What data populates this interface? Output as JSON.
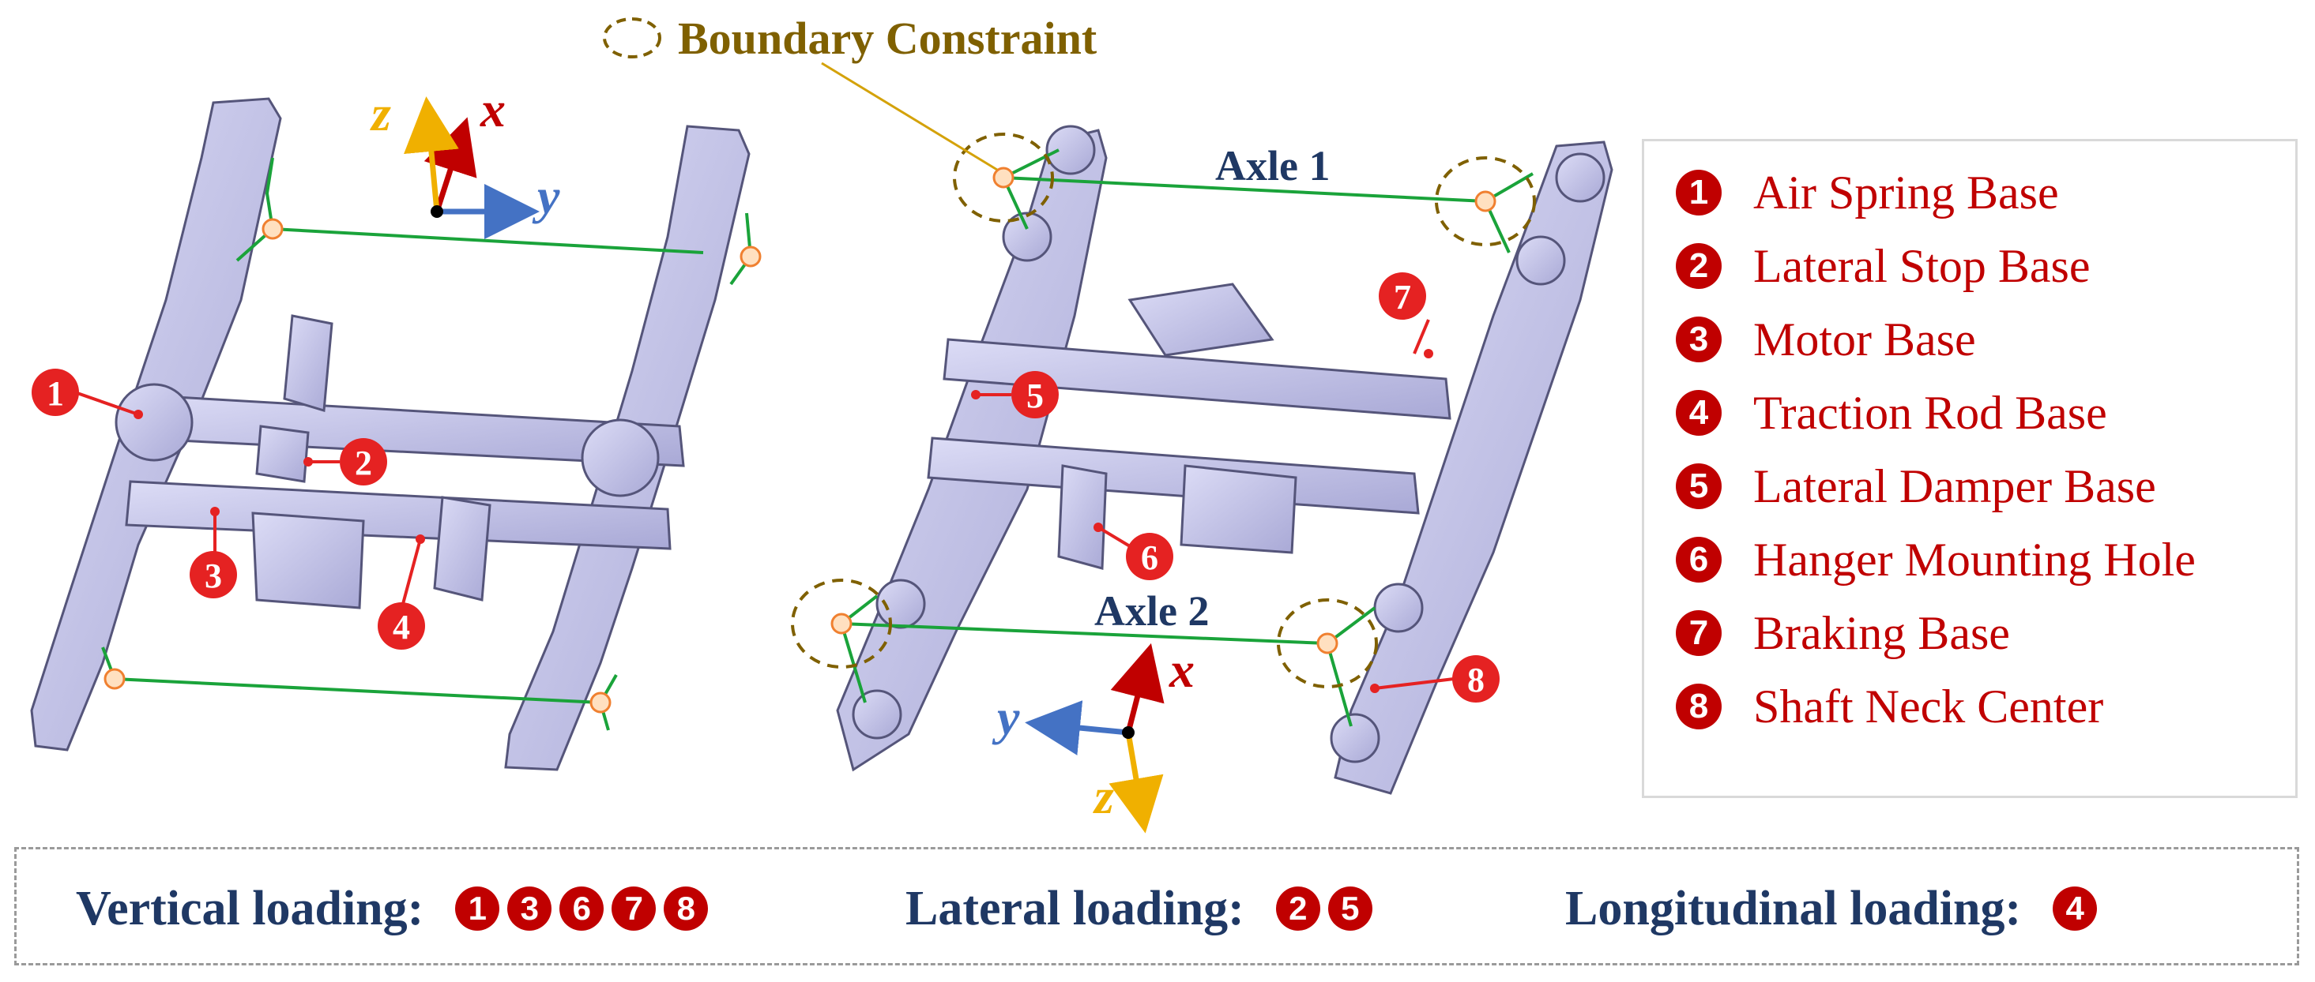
{
  "colors": {
    "marker_red": "#c00000",
    "callout_red": "#e52222",
    "navy_text": "#1f3864",
    "boundary_brown": "#7f6000",
    "link_green": "#1aa33a",
    "frame_lavender": "#c9c9ec",
    "axis_x": "#c00000",
    "axis_y": "#4472c4",
    "axis_z": "#f0b000"
  },
  "header": {
    "boundary_label": "Boundary Constraint",
    "axle1_label": "Axle 1",
    "axle2_label": "Axle 2"
  },
  "axes": {
    "left": {
      "x": "x",
      "y": "y",
      "z": "z"
    },
    "right": {
      "x": "x",
      "y": "y",
      "z": "z"
    }
  },
  "callouts": {
    "left": [
      "1",
      "2",
      "3",
      "4"
    ],
    "right": [
      "5",
      "6",
      "7",
      "8"
    ]
  },
  "legend": {
    "items": [
      {
        "num": "1",
        "label": "Air Spring Base"
      },
      {
        "num": "2",
        "label": "Lateral Stop Base"
      },
      {
        "num": "3",
        "label": "Motor Base"
      },
      {
        "num": "4",
        "label": "Traction Rod Base"
      },
      {
        "num": "5",
        "label": "Lateral Damper Base"
      },
      {
        "num": "6",
        "label": "Hanger Mounting Hole"
      },
      {
        "num": "7",
        "label": "Braking Base"
      },
      {
        "num": "8",
        "label": "Shaft Neck Center"
      }
    ]
  },
  "loading": {
    "vertical": {
      "label": "Vertical loading:",
      "nums": [
        "1",
        "3",
        "6",
        "7",
        "8"
      ]
    },
    "lateral": {
      "label": "Lateral loading:",
      "nums": [
        "2",
        "5"
      ]
    },
    "longitudinal": {
      "label": "Longitudinal loading:",
      "nums": [
        "4"
      ]
    }
  }
}
